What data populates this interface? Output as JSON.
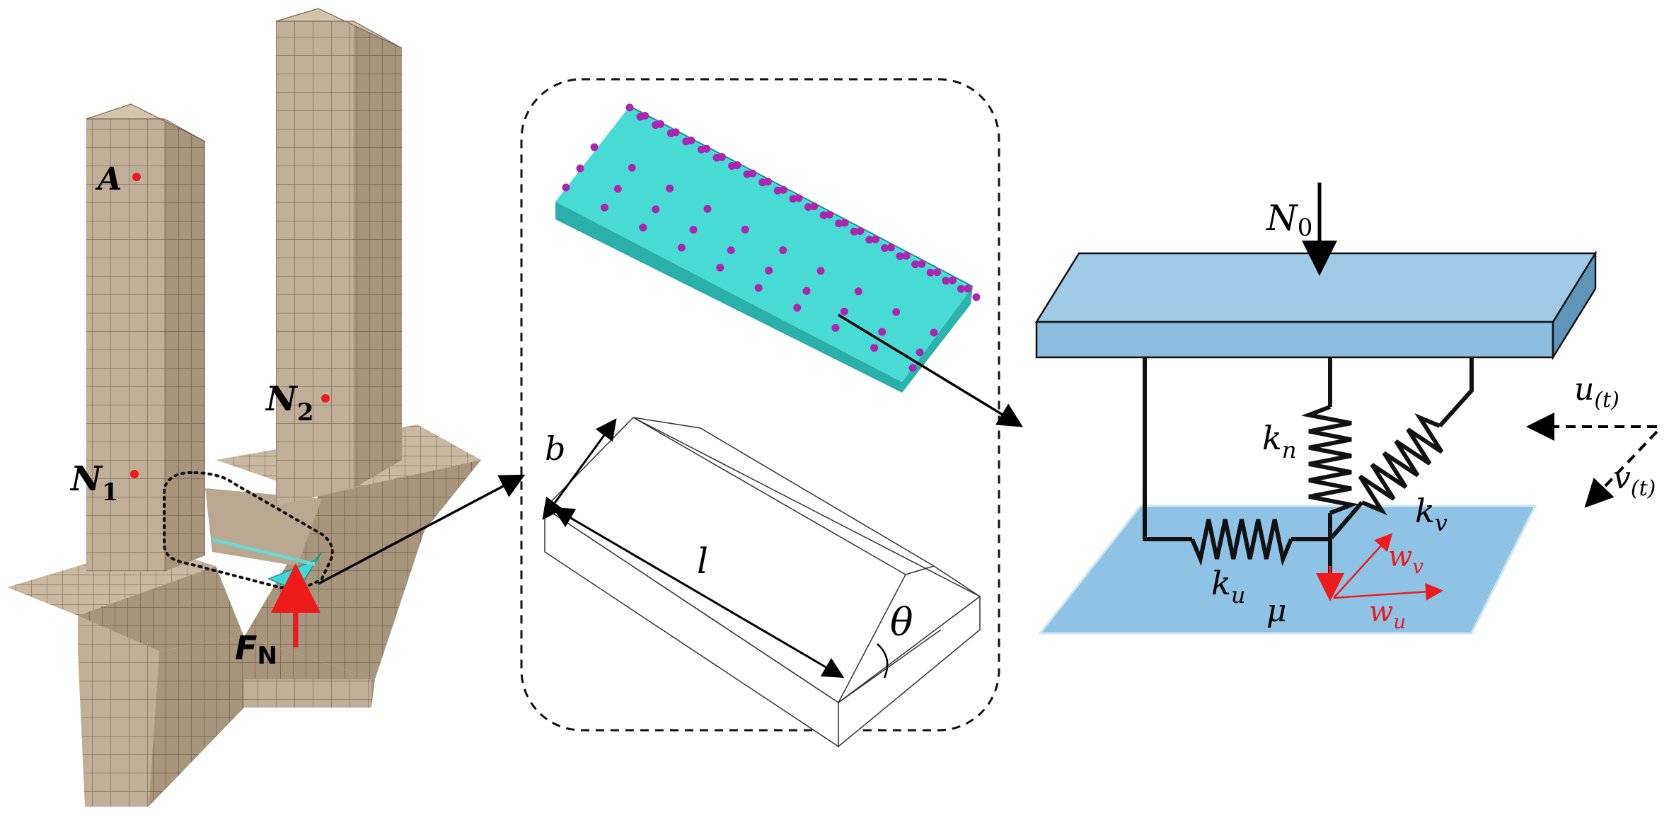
{
  "panel_fem": {
    "point_a": "A",
    "point_n1_main": "N",
    "point_n1_sub": "1",
    "point_n2_main": "N",
    "point_n2_sub": "2",
    "force_main": "F",
    "force_sub": "N"
  },
  "panel_wedge": {
    "dim_b": "b",
    "dim_l": "l",
    "angle": "θ"
  },
  "panel_model": {
    "load_main": "N",
    "load_sub": "0",
    "k_n_main": "k",
    "k_n_sub": "n",
    "k_v_main": "k",
    "k_v_sub": "v",
    "k_u_main": "k",
    "k_u_sub": "u",
    "mu": "μ",
    "u_t_main": "u",
    "u_t_sub": "(t)",
    "v_t_main": "v",
    "v_t_sub": "(t)",
    "w_v_main": "w",
    "w_v_sub": "v",
    "w_u_main": "w",
    "w_u_sub": "u"
  },
  "colors": {
    "concrete": "#bfae98",
    "concrete_dark": "#9e8b74",
    "mesh_line": "#7a6753",
    "wedge_cyan": "#3ed9d4",
    "node_magenta": "#b023b0",
    "plate_blue": "#9fcbe8",
    "plate_side": "#5f95b8",
    "ground_blue": "#8fc3e6",
    "red": "#ee1b1b",
    "black": "#000000"
  }
}
